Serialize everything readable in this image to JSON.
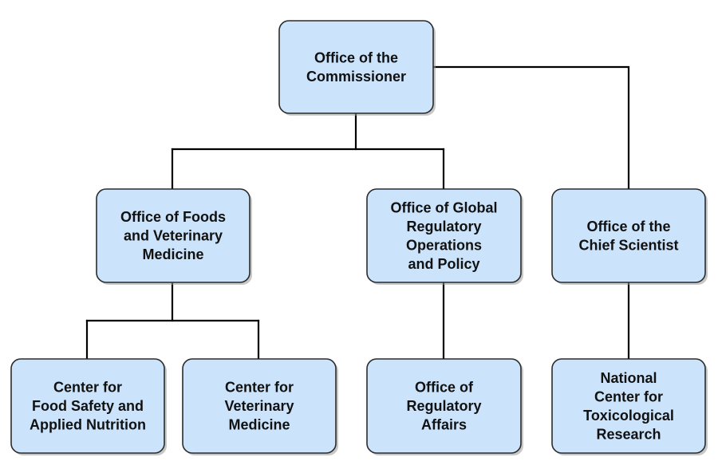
{
  "org_chart": {
    "nodes": [
      {
        "id": "commissioner",
        "lines": [
          "Office of the",
          "Commissioner"
        ]
      },
      {
        "id": "foods-vet",
        "lines": [
          "Office of Foods",
          "and Veterinary",
          "Medicine"
        ]
      },
      {
        "id": "global-reg",
        "lines": [
          "Office of Global",
          "Regulatory",
          "Operations",
          "and Policy"
        ]
      },
      {
        "id": "chief-scientist",
        "lines": [
          "Office of the",
          "Chief Scientist"
        ]
      },
      {
        "id": "cfsan",
        "lines": [
          "Center for",
          "Food Safety and",
          "Applied Nutrition"
        ]
      },
      {
        "id": "cvm",
        "lines": [
          "Center for",
          "Veterinary",
          "Medicine"
        ]
      },
      {
        "id": "ora",
        "lines": [
          "Office of",
          "Regulatory",
          "Affairs"
        ]
      },
      {
        "id": "nctr",
        "lines": [
          "National",
          "Center for",
          "Toxicological",
          "Research"
        ]
      }
    ],
    "edges": [
      {
        "from": "commissioner",
        "to": "foods-vet"
      },
      {
        "from": "commissioner",
        "to": "global-reg"
      },
      {
        "from": "commissioner",
        "to": "chief-scientist"
      },
      {
        "from": "foods-vet",
        "to": "cfsan"
      },
      {
        "from": "foods-vet",
        "to": "cvm"
      },
      {
        "from": "global-reg",
        "to": "ora"
      },
      {
        "from": "chief-scientist",
        "to": "nctr"
      }
    ]
  }
}
